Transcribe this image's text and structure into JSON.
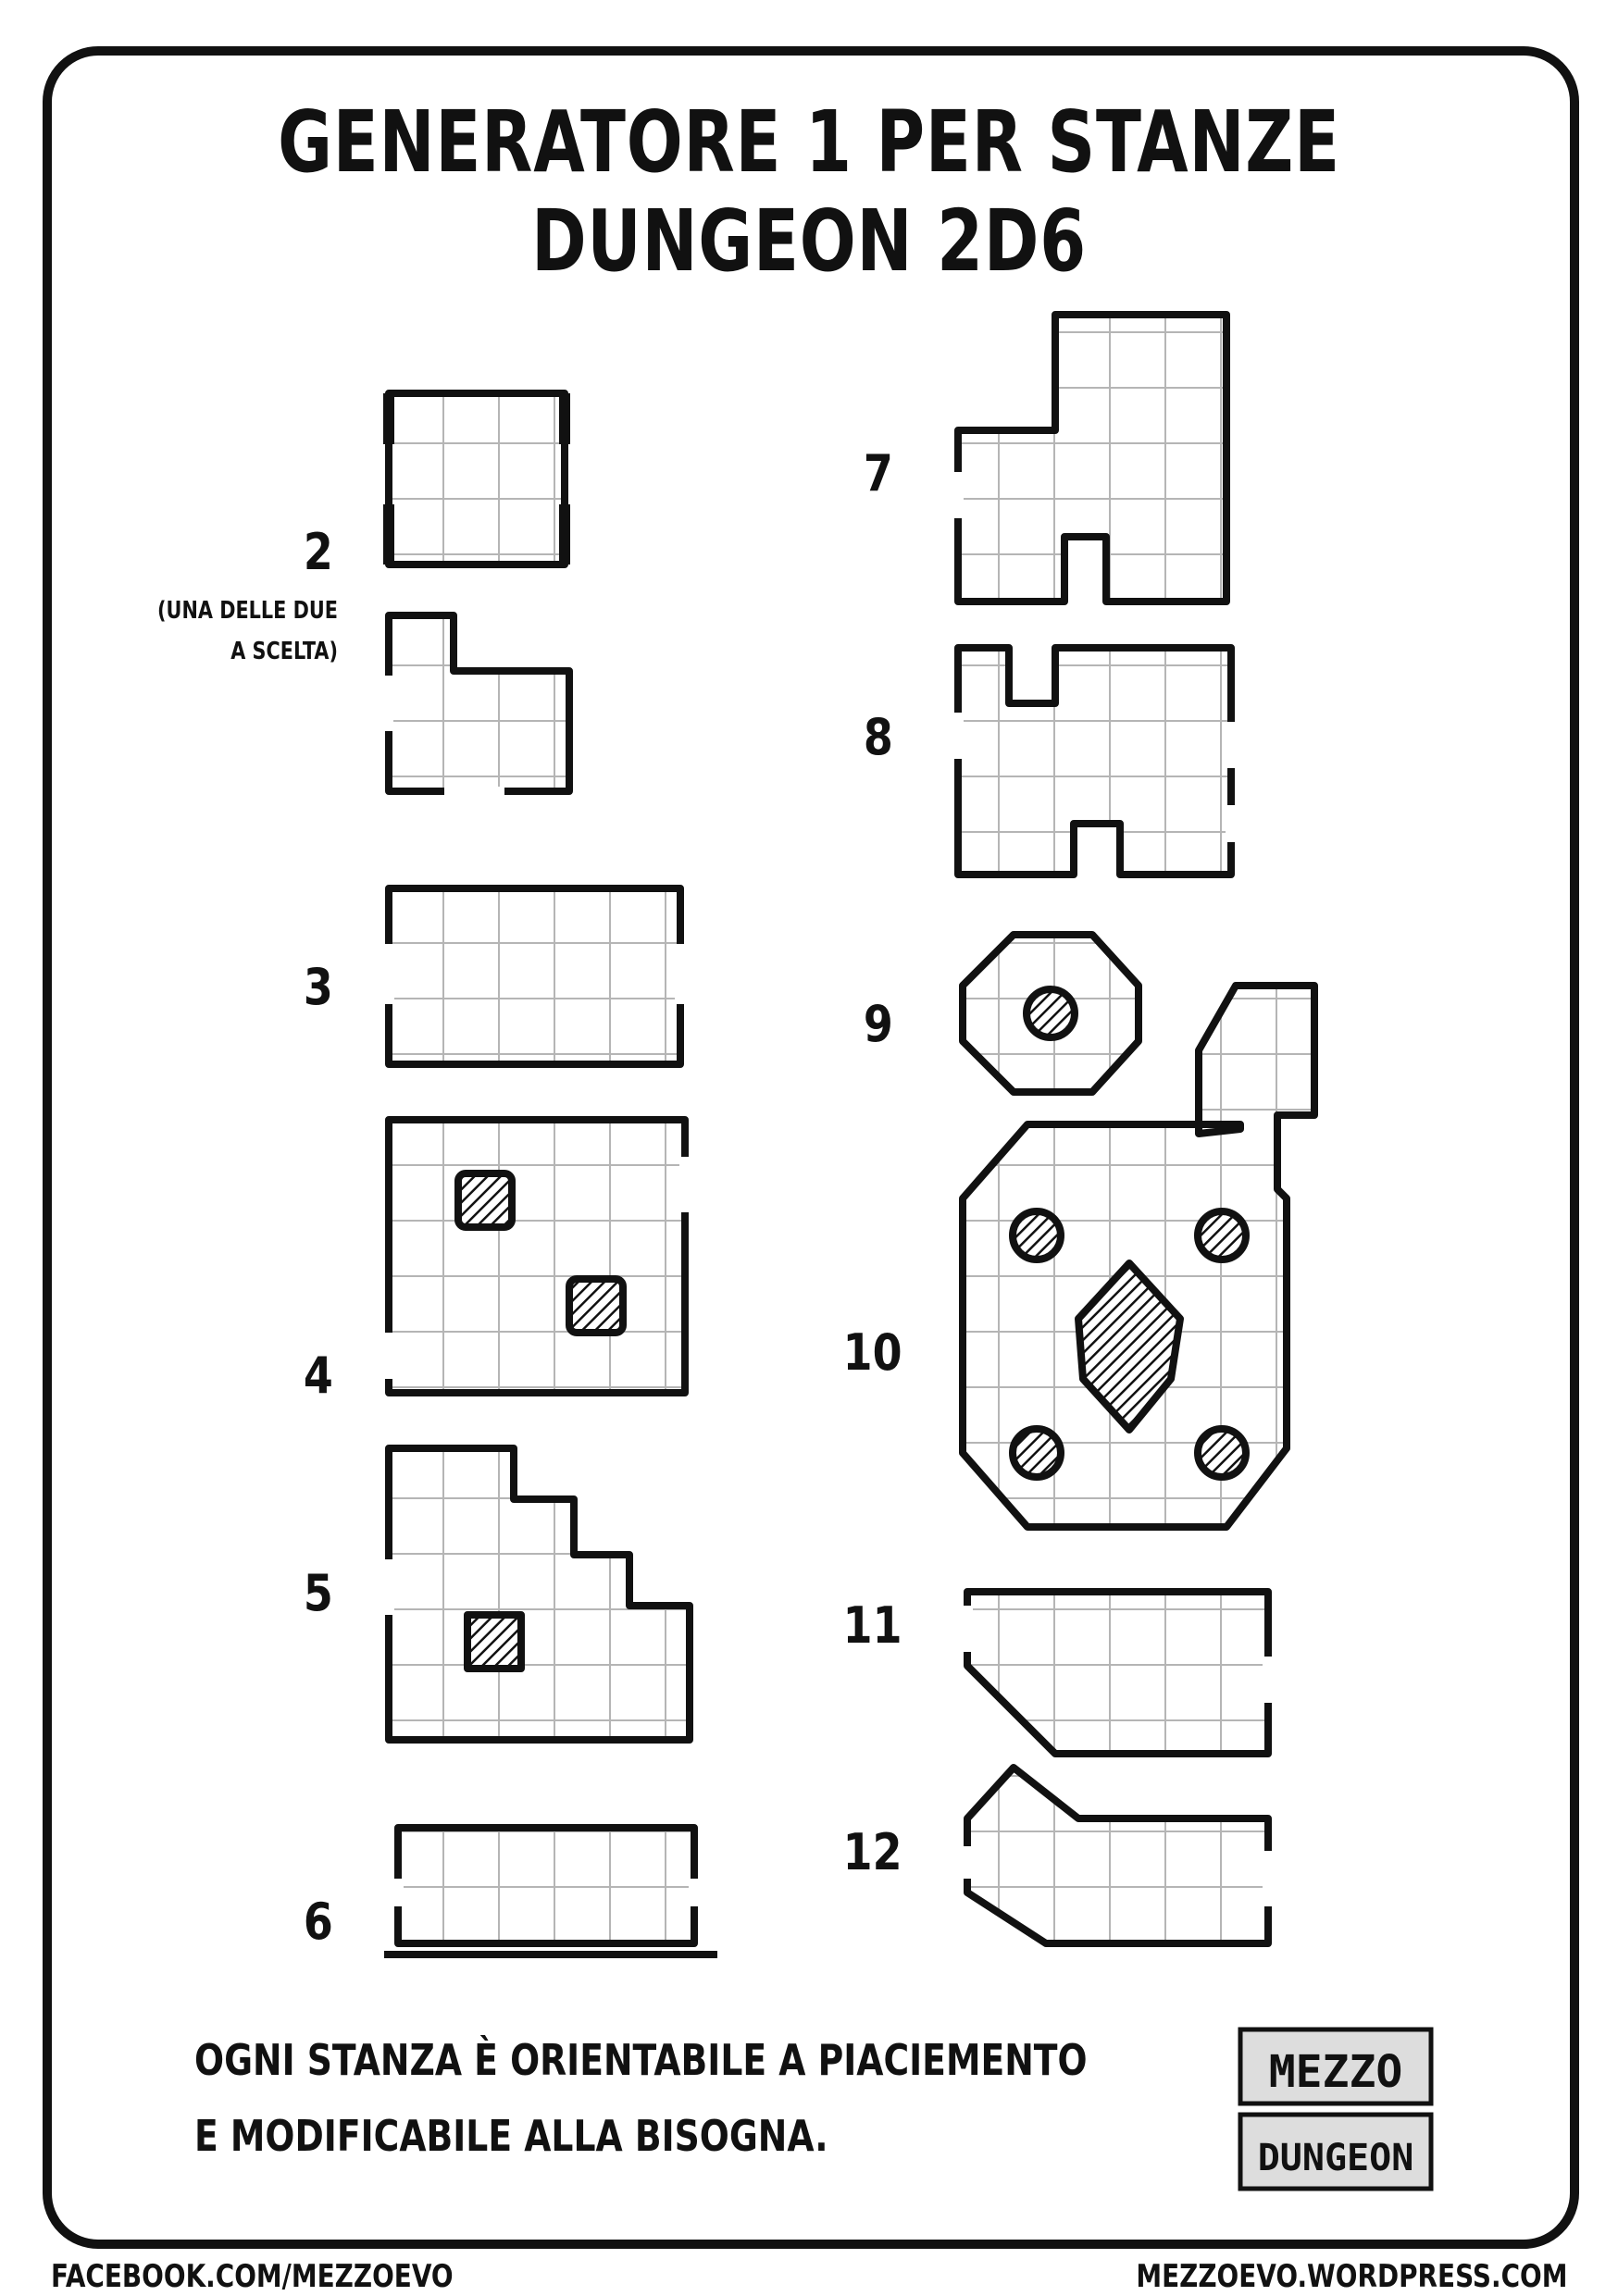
{
  "title": "GENERATORE 1 PER STANZE DUNGEON  2D6",
  "rooms": [
    {
      "number": "2",
      "note": [
        "(UNA DELLE DUE",
        "A SCELTA)"
      ]
    },
    {
      "number": "3"
    },
    {
      "number": "4"
    },
    {
      "number": "5"
    },
    {
      "number": "6"
    },
    {
      "number": "7"
    },
    {
      "number": "8"
    },
    {
      "number": "9"
    },
    {
      "number": "10"
    },
    {
      "number": "11"
    },
    {
      "number": "12"
    }
  ],
  "footer_note": {
    "line1": "OGNI STANZA È ORIENTABILE A PIACIEMENTO",
    "line2": "E MODIFICABILE ALLA BISOGNA."
  },
  "logo": {
    "line1": "MEZZO",
    "line2": "DUNGEON"
  },
  "footer": {
    "left": "FACEBOOK.COM/MEZZOEVO",
    "right": "MEZZOEVO.WORDPRESS.COM"
  },
  "colors": {
    "ink": "#111111",
    "grid": "#b5b5b5",
    "paper": "#ffffff"
  }
}
